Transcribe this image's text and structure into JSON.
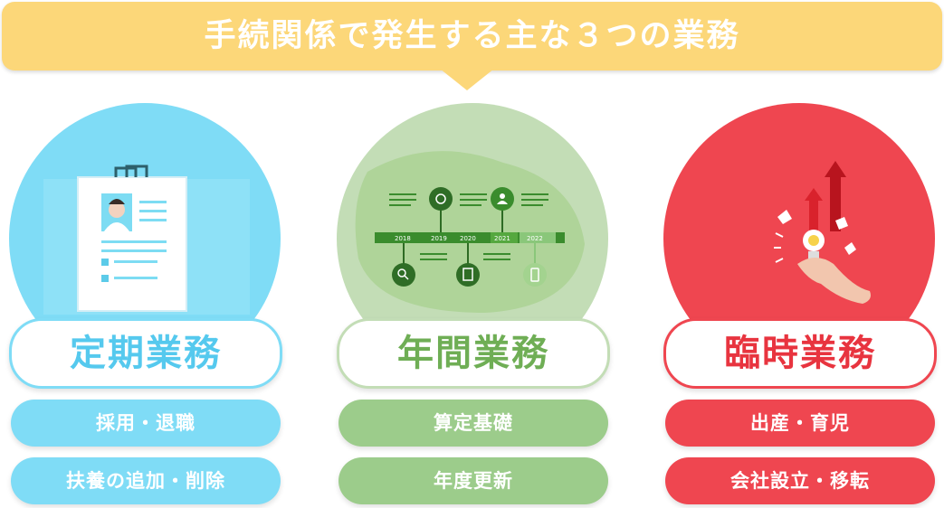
{
  "banner": {
    "title": "手続関係で発生する主な３つの業務"
  },
  "columns": [
    {
      "title": "定期業務",
      "items": [
        "採用・退職",
        "扶養の追加・削除"
      ],
      "color": "#7fdcf6",
      "accent": "#55c9ee"
    },
    {
      "title": "年間業務",
      "items": [
        "算定基礎",
        "年度更新"
      ],
      "color": "#9ccc8b",
      "accent": "#6fae55"
    },
    {
      "title": "臨時業務",
      "items": [
        "出産・育児",
        "会社設立・移転"
      ],
      "color": "#ef4650",
      "accent": "#e8343f"
    }
  ],
  "timeline": {
    "years": [
      "2018",
      "2019",
      "2020",
      "2021",
      "2022"
    ]
  }
}
